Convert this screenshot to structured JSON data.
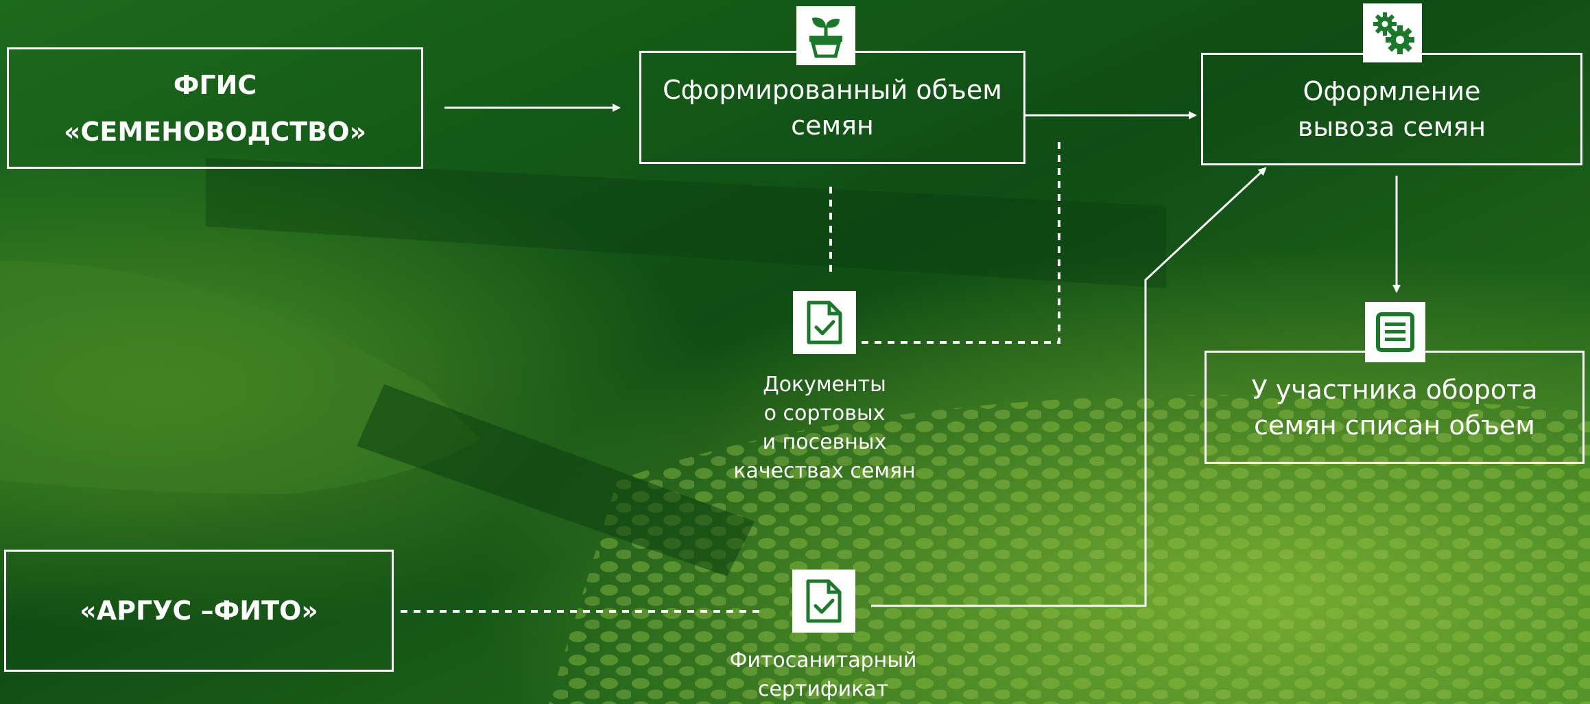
{
  "colors": {
    "background_dark": "#0f4d14",
    "background_mid": "#2a7a1c",
    "background_light": "#6a9e2a",
    "icon_green": "#1a7a2a",
    "line": "#ffffff"
  },
  "fgis_box": {
    "line1": "ФГИС",
    "line2": "«СЕМЕНОВОДСТВО»"
  },
  "argus_box": {
    "label": "«АРГУС –ФИТО»"
  },
  "formed_box": {
    "icon": "plant-pot-icon",
    "line1": "Сформированный объем",
    "line2": "семян"
  },
  "export_box": {
    "icon": "gears-icon",
    "line1": "Оформление",
    "line2": "вывоза семян"
  },
  "writeoff_box": {
    "icon": "document-lines-icon",
    "line1": "У участника оборота",
    "line2": "семян списан объем"
  },
  "docs_node": {
    "icon": "document-check-icon",
    "lines": [
      "Документы",
      "о сортовых",
      "и посевных",
      "качествах семян"
    ]
  },
  "phyto_node": {
    "icon": "document-check-icon",
    "lines": [
      "Фитосанитарный",
      "сертификат"
    ]
  }
}
